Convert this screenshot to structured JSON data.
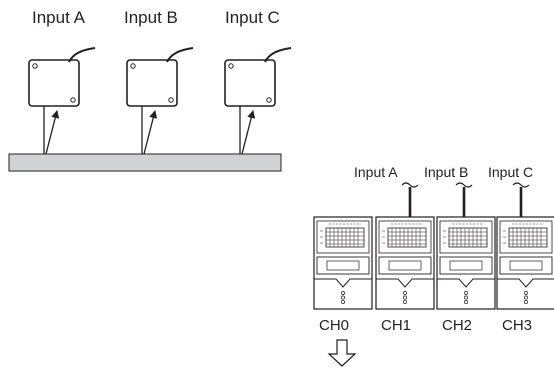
{
  "sensor_labels": [
    "Input A",
    "Input B",
    "Input C"
  ],
  "unit_input_labels": [
    "Input A",
    "Input B",
    "Input C"
  ],
  "channel_labels": [
    "CH0",
    "CH1",
    "CH2",
    "CH3"
  ]
}
